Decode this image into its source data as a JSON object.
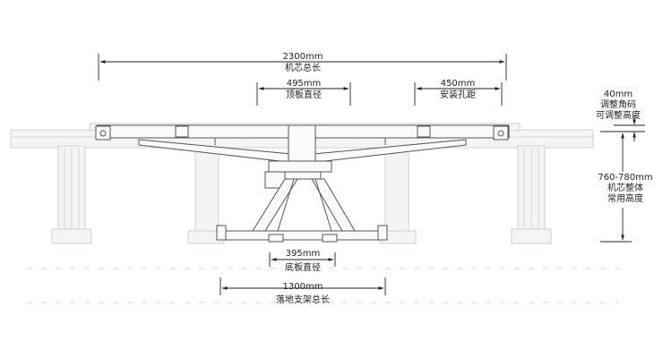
{
  "dimensions": {
    "total_length": {
      "value": "2300mm",
      "label": "机芯总长"
    },
    "top_plate": {
      "value": "495mm",
      "label": "顶板直径"
    },
    "hole_spacing": {
      "value": "450mm",
      "label": "安装孔距"
    },
    "base_plate": {
      "value": "395mm",
      "label": "底板直径"
    },
    "stand_length": {
      "value": "1300mm",
      "label": "落地支架总长"
    },
    "adjust_corner": {
      "value": "40mm",
      "label_line1": "调整角码",
      "label_line2": "可调整高度"
    },
    "overall_height": {
      "value": "760-780mm",
      "label_line1": "机芯整体",
      "label_line2": "常用高度"
    }
  }
}
